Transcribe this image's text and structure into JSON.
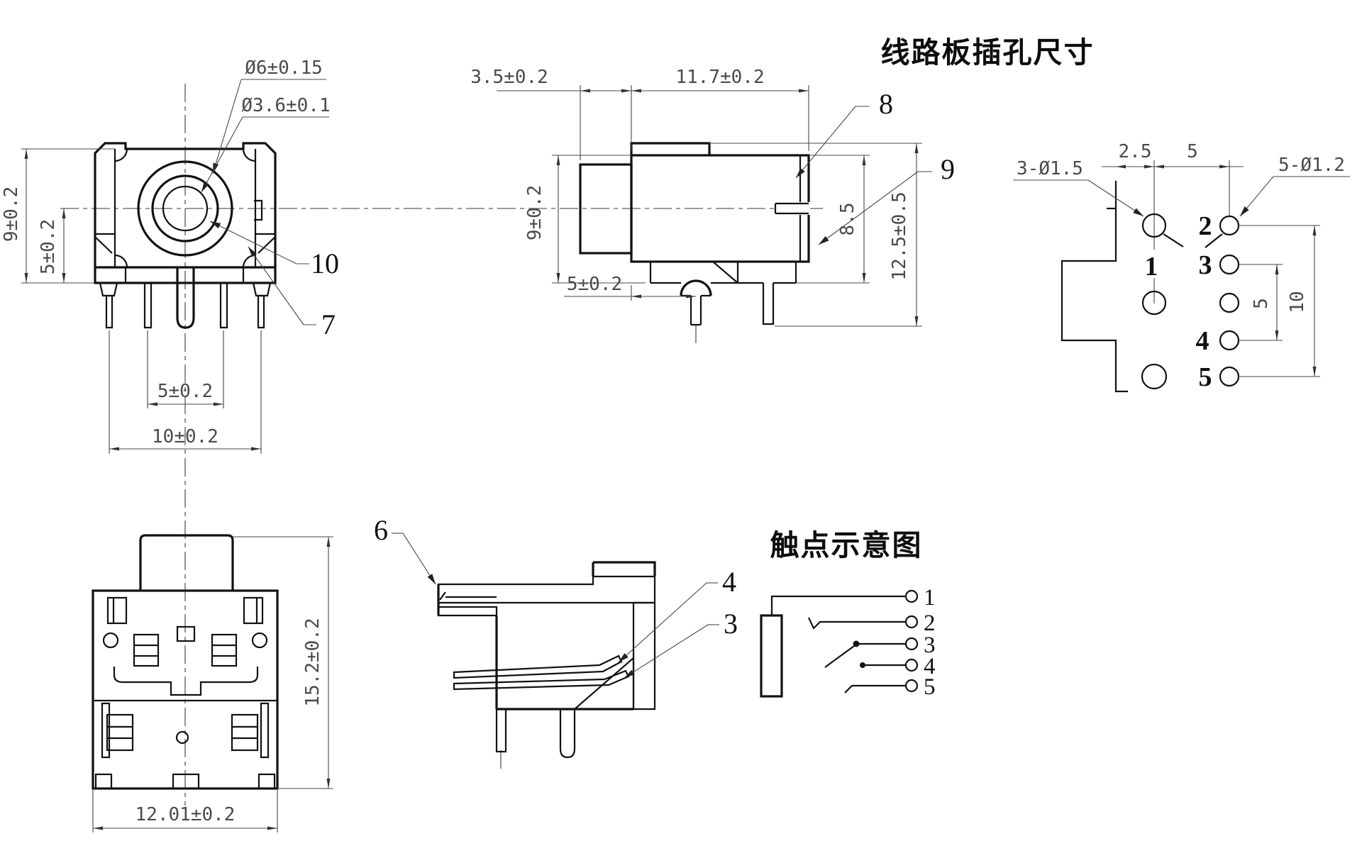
{
  "front_view": {
    "dia_outer": "Ø6±0.15",
    "dia_inner": "Ø3.6±0.1",
    "dim_height": "9±0.2",
    "dim_center_height": "5±0.2",
    "dim_pins_inner": "5±0.2",
    "dim_pins_outer": "10±0.2",
    "ref_10": "10",
    "ref_7": "7"
  },
  "side_view": {
    "dim_sleeve": "3.5±0.2",
    "dim_body_width": "11.7±0.2",
    "dim_height": "9±0.2",
    "dim_inner_height": "8.5",
    "dim_total_height": "12.5±0.5",
    "dim_pin_pitch": "5±0.2",
    "ref_8": "8",
    "ref_9": "9"
  },
  "pcb_view": {
    "title": "线路板插孔尺寸",
    "label_large_holes": "3-Ø1.5",
    "label_small_holes": "5-Ø1.2",
    "dim_25": "2.5",
    "dim_5_top": "5",
    "dim_5_right": "5",
    "dim_10": "10",
    "pin_1": "1",
    "pin_2": "2",
    "pin_3": "3",
    "pin_4": "4",
    "pin_5": "5"
  },
  "bottom_view": {
    "dim_height": "15.2±0.2",
    "dim_width": "12.01±0.2"
  },
  "section_view": {
    "ref_6": "6",
    "ref_4": "4",
    "ref_3": "3"
  },
  "schematic": {
    "title": "触点示意图",
    "t1": "1",
    "t2": "2",
    "t3": "3",
    "t4": "4",
    "t5": "5"
  }
}
